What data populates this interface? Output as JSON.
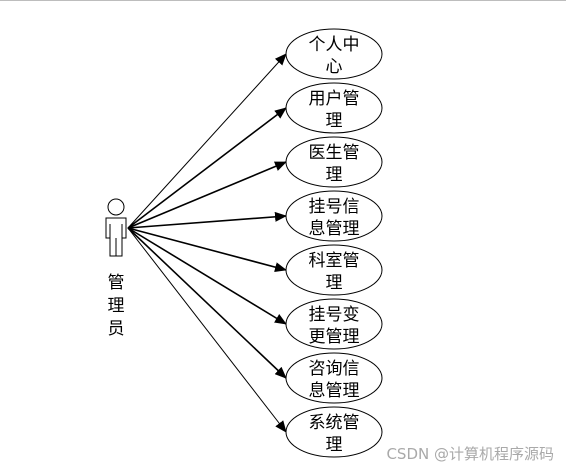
{
  "actor": {
    "name": "管理员",
    "chars": [
      "管",
      "理",
      "员"
    ]
  },
  "use_cases": [
    {
      "id": "personal-center",
      "lines": [
        "个人中",
        "心"
      ]
    },
    {
      "id": "user-management",
      "lines": [
        "用户管",
        "理"
      ]
    },
    {
      "id": "doctor-management",
      "lines": [
        "医生管",
        "理"
      ]
    },
    {
      "id": "registration-info-management",
      "lines": [
        "挂号信",
        "息管理"
      ]
    },
    {
      "id": "department-management",
      "lines": [
        "科室管",
        "理"
      ]
    },
    {
      "id": "registration-change-management",
      "lines": [
        "挂号变",
        "更管理"
      ]
    },
    {
      "id": "consultation-info-management",
      "lines": [
        "咨询信",
        "息管理"
      ]
    },
    {
      "id": "system-management",
      "lines": [
        "系统管",
        "理"
      ]
    }
  ],
  "watermark": "CSDN @计算机程序源码"
}
